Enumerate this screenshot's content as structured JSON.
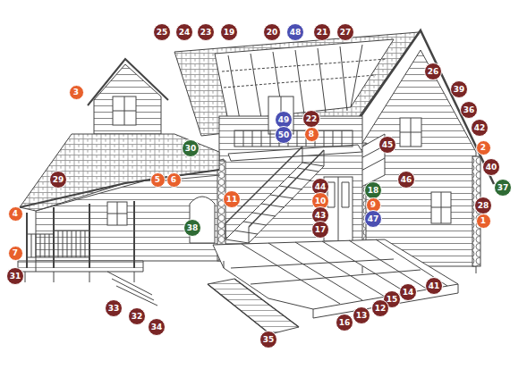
{
  "diagram": {
    "nodes": [
      {
        "text": [
          "25"
        ]
      },
      {
        "text": [
          "24"
        ]
      },
      {
        "text": [
          "23"
        ]
      },
      {
        "text": [
          "19"
        ]
      },
      {
        "text": [
          "20"
        ]
      },
      {
        "text": [
          "48"
        ]
      },
      {
        "text": [
          "21"
        ]
      },
      {
        "text": [
          "27"
        ]
      },
      {
        "text": [
          "26"
        ]
      },
      {
        "text": [
          "3"
        ]
      },
      {
        "text": [
          "39"
        ]
      },
      {
        "text": [
          "36"
        ]
      },
      {
        "text": [
          "22"
        ]
      },
      {
        "text": [
          "49"
        ]
      },
      {
        "text": [
          "42"
        ]
      },
      {
        "text": [
          "8"
        ]
      },
      {
        "text": [
          "50"
        ]
      },
      {
        "text": [
          "45"
        ]
      },
      {
        "text": [
          "2"
        ]
      },
      {
        "text": [
          "30"
        ]
      },
      {
        "text": [
          "40"
        ]
      },
      {
        "text": [
          "29"
        ]
      },
      {
        "text": [
          "5"
        ]
      },
      {
        "text": [
          "6"
        ]
      },
      {
        "text": [
          "46"
        ]
      },
      {
        "text": [
          "44"
        ]
      },
      {
        "text": [
          "37"
        ]
      },
      {
        "text": [
          "18"
        ]
      },
      {
        "text": [
          "11"
        ]
      },
      {
        "text": [
          "10"
        ]
      },
      {
        "text": [
          "9"
        ]
      },
      {
        "text": [
          "28"
        ]
      },
      {
        "text": [
          "4"
        ]
      },
      {
        "text": [
          "43"
        ]
      },
      {
        "text": [
          "47"
        ]
      },
      {
        "text": [
          "1"
        ]
      },
      {
        "text": [
          "38"
        ]
      },
      {
        "text": [
          "17"
        ]
      },
      {
        "text": [
          "7"
        ]
      },
      {
        "text": [
          "31"
        ]
      },
      {
        "text": [
          "41"
        ]
      },
      {
        "text": [
          "14"
        ]
      },
      {
        "text": [
          "15"
        ]
      },
      {
        "text": [
          "33"
        ]
      },
      {
        "text": [
          "12"
        ]
      },
      {
        "text": [
          "32"
        ]
      },
      {
        "text": [
          "13"
        ]
      },
      {
        "text": [
          "16"
        ]
      },
      {
        "text": [
          "34"
        ]
      },
      {
        "text": [
          "35"
        ]
      }
    ]
  }
}
